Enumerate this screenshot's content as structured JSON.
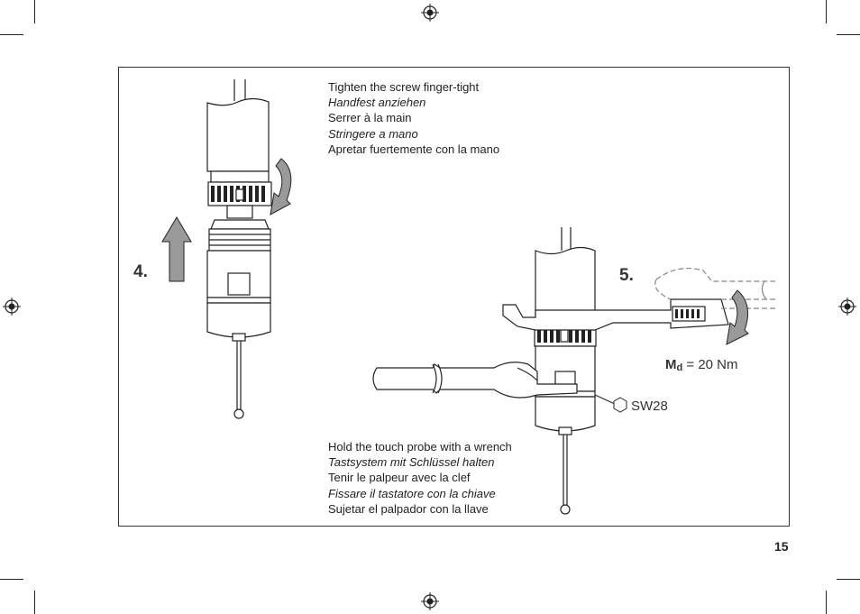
{
  "step4": {
    "number": "4.",
    "lines": [
      {
        "text": "Tighten the screw finger-tight",
        "italic": false
      },
      {
        "text": "Handfest anziehen",
        "italic": true
      },
      {
        "text": "Serrer à la main",
        "italic": false
      },
      {
        "text": "Stringere a mano",
        "italic": true
      },
      {
        "text": "Apretar fuertemente con la mano",
        "italic": false
      }
    ]
  },
  "step5": {
    "number": "5.",
    "torque": {
      "symbol": "M",
      "subscript": "d",
      "value": "= 20 Nm"
    },
    "wrench_size": "SW28",
    "lines": [
      {
        "text": "Hold the touch probe with a wrench",
        "italic": false
      },
      {
        "text": "Tastsystem mit Schlüssel halten",
        "italic": true
      },
      {
        "text": "Tenir le palpeur avec la clef",
        "italic": false
      },
      {
        "text": "Fissare il tastatore con la chiave",
        "italic": true
      },
      {
        "text": "Sujetar el palpador con la llave",
        "italic": false
      }
    ]
  },
  "page_number": "15",
  "colors": {
    "line": "#222222",
    "arrow_fill": "#9a9a9a",
    "wrench_dash": "#888888"
  }
}
